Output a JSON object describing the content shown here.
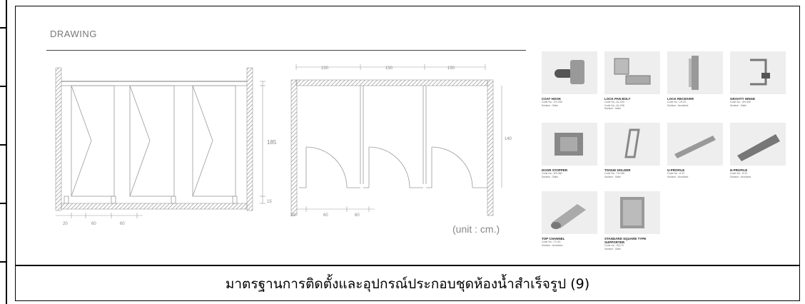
{
  "drawing": {
    "title": "DRAWING",
    "unit_label": "(unit : cm.)",
    "elevation_height_labels": [
      "15",
      "185"
    ],
    "elevation_width_labels": [
      "20",
      "60",
      "60"
    ],
    "plan_top_labels": [
      "150",
      "150",
      "150"
    ],
    "plan_bottom_labels": [
      "20",
      "60",
      "60"
    ],
    "plan_side_label": "140"
  },
  "accessories": [
    {
      "name": "COAT HOOK",
      "desc": "Code No.: CH-030\nSurface : Satin",
      "icon": "coat-hook-icon"
    },
    {
      "name": "LOCK PAN BOLT",
      "desc": "Code No.: AL-034\nCode No.: AL-036\nSurface : Satin",
      "icon": "lock-pan-bolt-icon"
    },
    {
      "name": "LOCK RECEIVER",
      "desc": "Code No.: LR-02\nSurface : Anodized",
      "icon": "lock-receiver-icon"
    },
    {
      "name": "GRAVITY HINGE",
      "desc": "Code No.: GH-300\nSurface : Satin",
      "icon": "gravity-hinge-icon"
    },
    {
      "name": "DOOR STOPPER",
      "desc": "Code No.: DS-060\nSurface : Satin",
      "icon": "door-stopper-icon"
    },
    {
      "name": "TISSUE HOLDER",
      "desc": "Code No.: TH-060\nSurface : Satin",
      "icon": "tissue-holder-icon"
    },
    {
      "name": "U-PROFILE",
      "desc": "Code No.: U-22\nSurface : Anodized",
      "icon": "u-profile-icon"
    },
    {
      "name": "H-PROFILE",
      "desc": "Code No.: H-22\nSurface : Anodized",
      "icon": "h-profile-icon"
    },
    {
      "name": "TOP CHANNEL",
      "desc": "Code No.: TC-60\nSurface : Anodized",
      "icon": "top-channel-icon"
    },
    {
      "name": "STANDARD SQUARE TYPE SUPPORTER",
      "desc": "Code No.: SQ-70\nSurface : Satin",
      "icon": "square-supporter-icon"
    }
  ],
  "caption": "มาตรฐานการติดตั้งและอุปกรณ์ประกอบชุดห้องน้ำสำเร็จรูป (9)"
}
